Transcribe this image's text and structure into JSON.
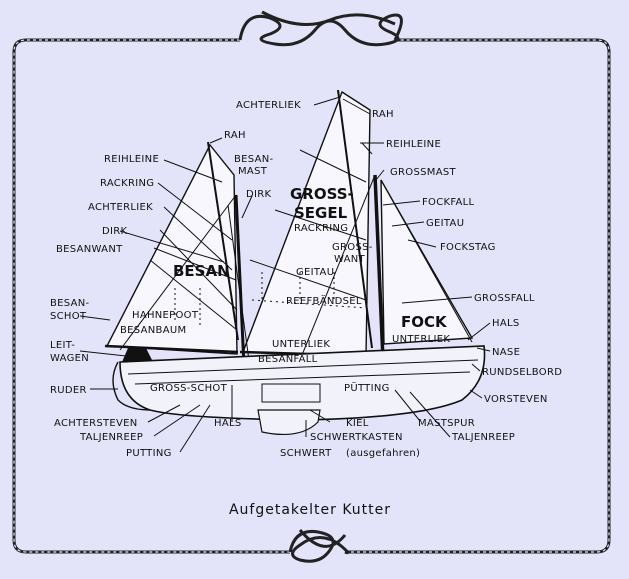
{
  "caption": "Aufgetakelter Kutter",
  "sail_names": {
    "gross": "GROSS-",
    "segel": "SEGEL",
    "besan": "BESAN",
    "fock": "FOCK"
  },
  "labels": {
    "achterliek_top": "ACHTERLIEK",
    "rah_top": "RAH",
    "reihleine_right": "REIHLEINE",
    "grossmast": "GROSSMAST",
    "fockfall": "FOCKFALL",
    "geitau_right": "GEITAU",
    "fockstag": "FOCKSTAG",
    "grossfall": "GROSSFALL",
    "hals_right": "HALS",
    "nase": "NASE",
    "rundselbord": "RUNDSELBORD",
    "vorsteven": "VORSTEVEN",
    "rah_left": "RAH",
    "reihleine_left": "REIHLEINE",
    "besanmast_1": "BESAN-",
    "besanmast_2": "MAST",
    "rackring_left": "RACKRING",
    "achterliek_left": "ACHTERLIEK",
    "dirk_upper": "DIRK",
    "dirk_left": "DIRK",
    "besanwant": "BESANWANT",
    "besanschot_1": "BESAN-",
    "besanschot_2": "SCHOT",
    "leitwagen_1": "LEIT-",
    "leitwagen_2": "WAGEN",
    "ruder": "RUDER",
    "achtersteven": "ACHTERSTEVEN",
    "taljenreep_left": "TALJENREEP",
    "putting_left": "PUTTING",
    "rackring_inner": "RACKRING",
    "grosswant_1": "GROSS-",
    "grosswant_2": "WANT",
    "geitau_inner": "GEITAU",
    "reefbaendsel": "REEFBÄNDSEL",
    "hahnepoot": "HAHNEPOOT",
    "besanbaum": "BESANBAUM",
    "unterliek_main": "UNTERLIEK",
    "unterliek_fock": "UNTERLIEK",
    "besanfall": "BESANFALL",
    "grossschot": "GROSS-SCHOT",
    "putting_inner": "PÜTTING",
    "hals_bottom": "HALS",
    "kiel": "KIEL",
    "mastspur": "MASTSPUR",
    "taljenreep_right": "TALJENREEP",
    "schwertkasten": "SCHWERTKASTEN",
    "schwert": "SCHWERT",
    "schwert_note": "(ausgefahren)"
  }
}
